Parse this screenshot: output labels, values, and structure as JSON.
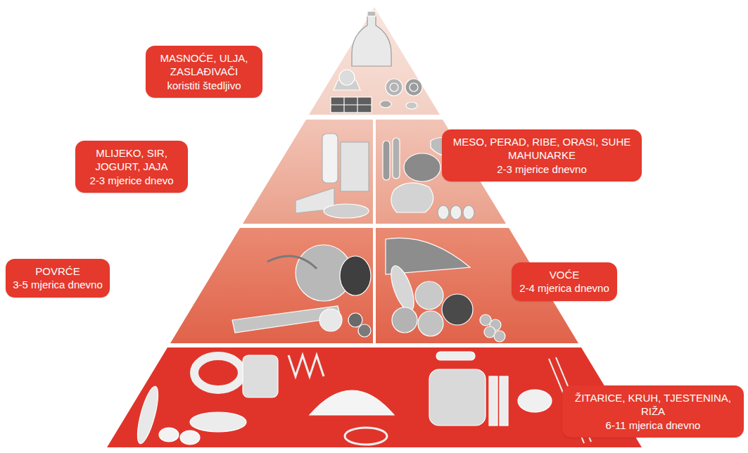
{
  "diagram": {
    "nodes": [
      {
        "text": [
          "MASNOĆE, ULJA, ZASLAĐIVAČI",
          "koristiti štedljivo"
        ]
      },
      {
        "text": [
          "MLIJEKO, SIR, JOGURT, JAJA",
          "2-3 mjerice dnevo"
        ]
      },
      {
        "text": [
          "MESO, PERAD, RIBE, ORASI, SUHE MAHUNARKE",
          "2-3 mjerice dnevno"
        ]
      },
      {
        "text": [
          "POVRĆE",
          "3-5 mjerica dnevno"
        ]
      },
      {
        "text": [
          "VOĆE",
          "2-4 mjerica dnevno"
        ]
      },
      {
        "text": [
          "ŽITARICE, KRUH, TJESTENINA, RIŽA",
          "6-11 mjerica dnevno"
        ]
      }
    ]
  }
}
